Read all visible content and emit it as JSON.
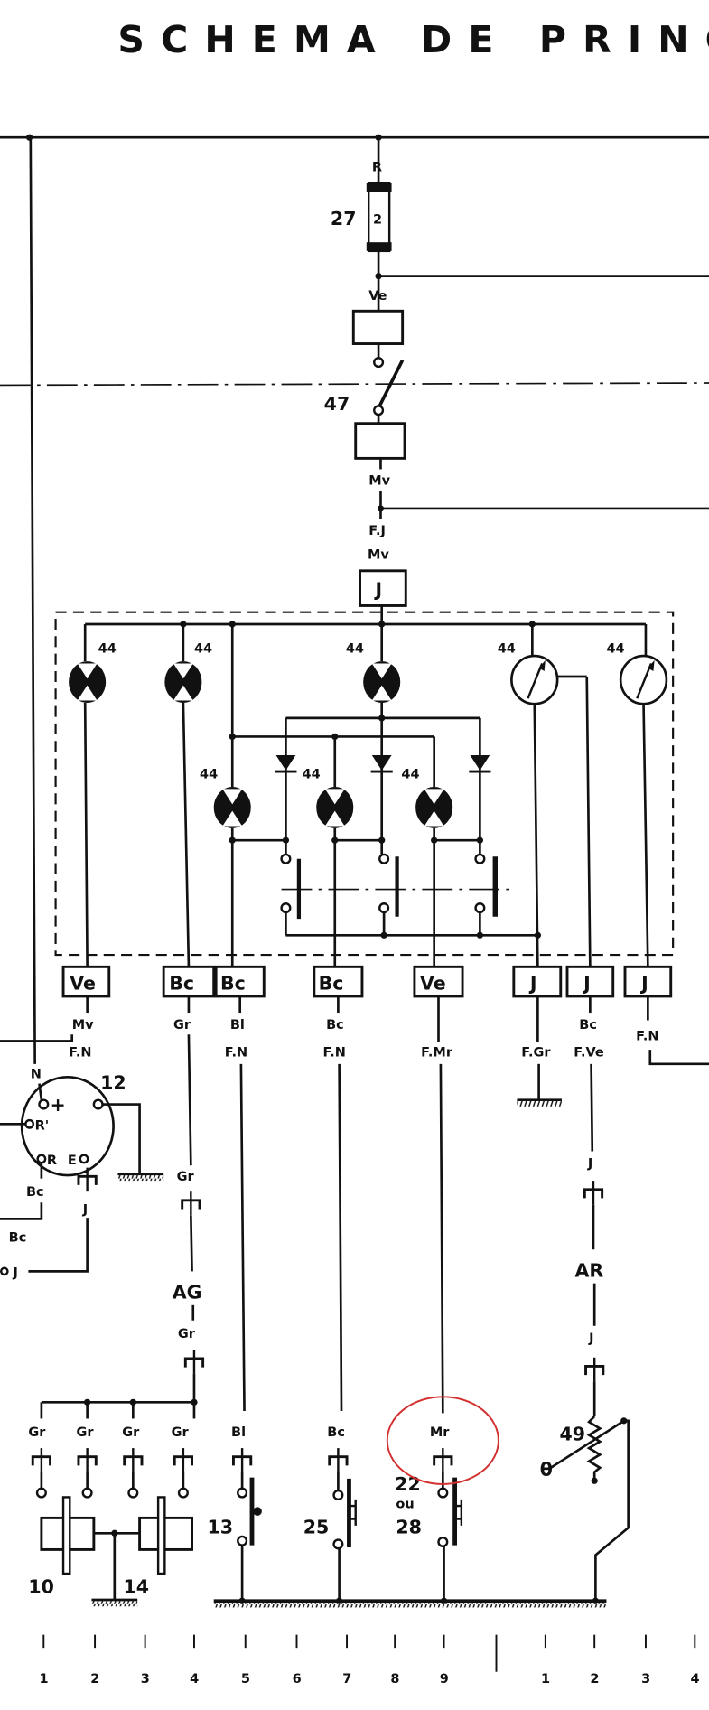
{
  "title": "SCHEMA DE PRINCI",
  "supply": {
    "fuse_wire": "R",
    "fuse_ref": "27",
    "fuse_value": "2",
    "wire_1": "Ve",
    "switch_ref": "47",
    "wire_2": "Mv",
    "wire_3a": "F.J",
    "wire_3b": "Mv",
    "connector": "J"
  },
  "instrument_panel": {
    "lamp_ref": "44",
    "connectors": [
      "Ve",
      "Bc",
      "Bc",
      "Bc",
      "Ve",
      "J",
      "J",
      "J"
    ]
  },
  "wire_labels": {
    "c1": [
      "Mv",
      "F.N"
    ],
    "c2": [
      "Gr"
    ],
    "c3": [
      "Bl",
      "F.N"
    ],
    "c4": [
      "Bc",
      "F.N"
    ],
    "c5": [
      "F.Mr"
    ],
    "c6": [
      "F.Gr"
    ],
    "c7": [
      "Bc",
      "F.Ve"
    ],
    "c8": [
      "F.N"
    ]
  },
  "component_12": {
    "ref": "12",
    "terminals": [
      "N",
      "+",
      "R'",
      "R",
      "E"
    ],
    "wires": [
      "Bc",
      "J",
      "Bc",
      "J"
    ]
  },
  "harness": {
    "ag": {
      "top": "Gr",
      "label": "AG",
      "bottom": "Gr"
    },
    "ar": {
      "top": "J",
      "label": "AR",
      "bottom": "J"
    }
  },
  "bottom_wires": [
    "Gr",
    "Gr",
    "Gr",
    "Gr",
    "Bl",
    "Bc",
    "Mr"
  ],
  "bottom_components": {
    "c10": "10",
    "c14": "14",
    "c13": "13",
    "c25": "25",
    "c22": "22",
    "or": "ou",
    "c28": "28",
    "c49": "49",
    "theta": "θ"
  },
  "scale": {
    "left_edge": "0",
    "first": [
      "1",
      "2",
      "3",
      "4",
      "5",
      "6",
      "7",
      "8",
      "9"
    ],
    "marker": "30",
    "second": [
      "1",
      "2",
      "3",
      "4"
    ]
  },
  "highlight_color": "#d32f2f"
}
